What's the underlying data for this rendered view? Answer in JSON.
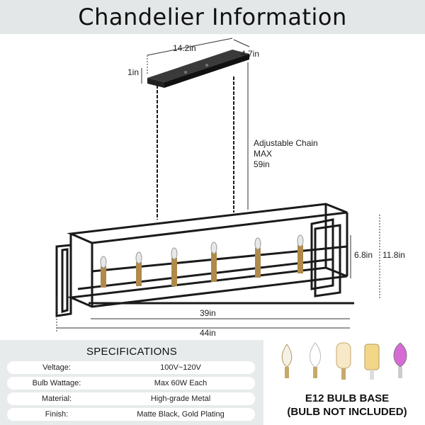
{
  "header": {
    "title": "Chandelier Information"
  },
  "dimensions": {
    "canopy_length": "14.2in",
    "canopy_width": "4.7in",
    "canopy_height": "1in",
    "chain_label_line1": "Adjustable Chain",
    "chain_label_line2": "MAX",
    "chain_label_line3": "59in",
    "frame_height": "6.8in",
    "overall_height": "11.8in",
    "inner_length": "39in",
    "overall_length": "44in"
  },
  "specifications": {
    "title": "SPECIFICATIONS",
    "rows": [
      {
        "label": "Veltage:",
        "value": "100V~120V"
      },
      {
        "label": "Bulb Wattage:",
        "value": "Max 60W Each"
      },
      {
        "label": "Material:",
        "value": "High-grade Metal"
      },
      {
        "label": "Finish:",
        "value": "Matte Black, Gold Plating"
      }
    ]
  },
  "bulbs": {
    "line1": "E12 BULB BASE",
    "line2": "(BULB NOT INCLUDED)"
  },
  "colors": {
    "frame": "#1a1a1a",
    "gold": "#b08a4a",
    "header_bg": "#e3e7e7",
    "spec_bg": "#e8ebeb"
  }
}
